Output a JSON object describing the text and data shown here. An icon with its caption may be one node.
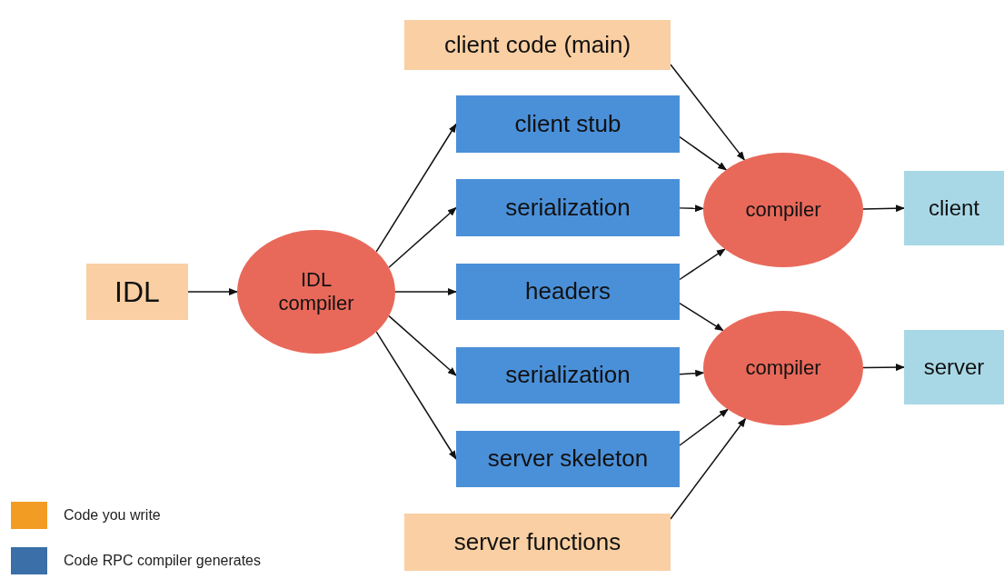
{
  "diagram": {
    "nodes": [
      {
        "text": [
          "client code (main)"
        ]
      },
      {
        "text": [
          "IDL"
        ]
      },
      {
        "text": [
          "IDL compiler"
        ]
      },
      {
        "text": [
          "client stub"
        ]
      },
      {
        "text": [
          "serialization"
        ]
      },
      {
        "text": [
          "headers"
        ]
      },
      {
        "text": [
          "serialization"
        ]
      },
      {
        "text": [
          "server skeleton"
        ]
      },
      {
        "text": [
          "compiler"
        ]
      },
      {
        "text": [
          "client"
        ]
      },
      {
        "text": [
          "compiler"
        ]
      },
      {
        "text": [
          "server"
        ]
      },
      {
        "text": [
          "server functions"
        ]
      }
    ],
    "edges": [
      {
        "from": 1,
        "to": 2,
        "arrow": "to"
      },
      {
        "from": 2,
        "to": 3,
        "arrow": "to"
      },
      {
        "from": 2,
        "to": 4,
        "arrow": "to"
      },
      {
        "from": 2,
        "to": 5,
        "arrow": "to"
      },
      {
        "from": 2,
        "to": 6,
        "arrow": "to"
      },
      {
        "from": 2,
        "to": 7,
        "arrow": "to"
      },
      {
        "from": 0,
        "to": 8,
        "arrow": "to"
      },
      {
        "from": 3,
        "to": 8,
        "arrow": "to"
      },
      {
        "from": 4,
        "to": 8,
        "arrow": "to"
      },
      {
        "from": 5,
        "to": 8,
        "arrow": "to"
      },
      {
        "from": 5,
        "to": 10,
        "arrow": "to"
      },
      {
        "from": 6,
        "to": 10,
        "arrow": "to"
      },
      {
        "from": 7,
        "to": 10,
        "arrow": "to"
      },
      {
        "from": 12,
        "to": 10,
        "arrow": "to"
      },
      {
        "from": 8,
        "to": 9,
        "arrow": "to"
      },
      {
        "from": 10,
        "to": 11,
        "arrow": "to"
      }
    ],
    "legend": [
      {
        "text": "Code you write",
        "color": "#f39c24"
      },
      {
        "text": "Code RPC compiler generates",
        "color": "#3a6fa8"
      }
    ]
  }
}
